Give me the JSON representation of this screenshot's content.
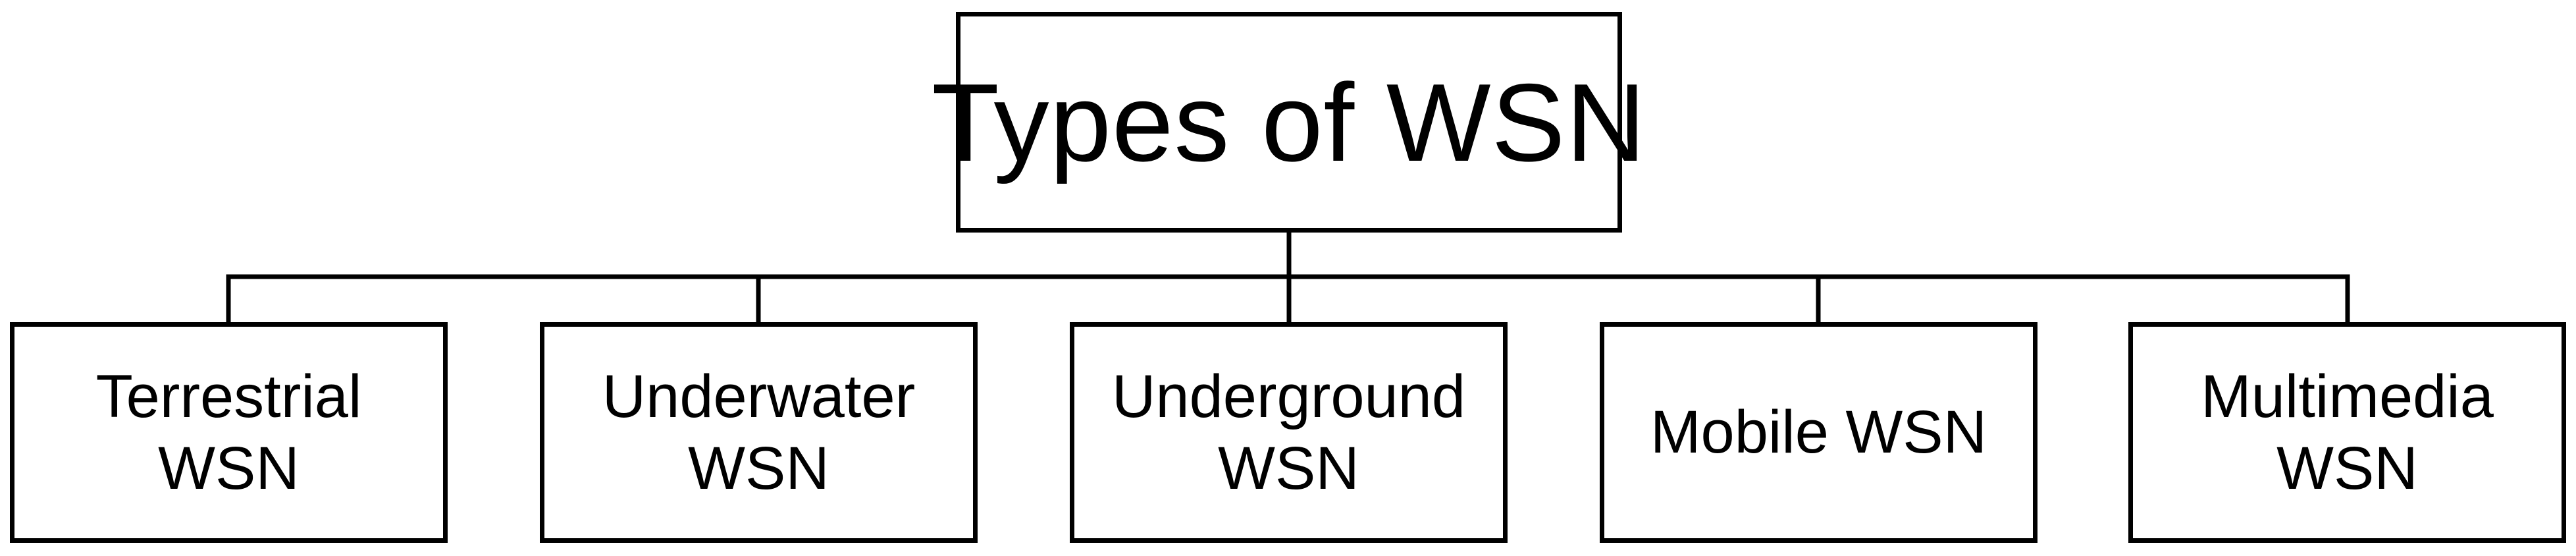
{
  "root": {
    "label": "Types of WSN"
  },
  "children": [
    {
      "label": "Terrestrial WSN"
    },
    {
      "label": "Underwater WSN"
    },
    {
      "label": "Underground WSN"
    },
    {
      "label": "Mobile WSN"
    },
    {
      "label": "Multimedia WSN"
    }
  ]
}
